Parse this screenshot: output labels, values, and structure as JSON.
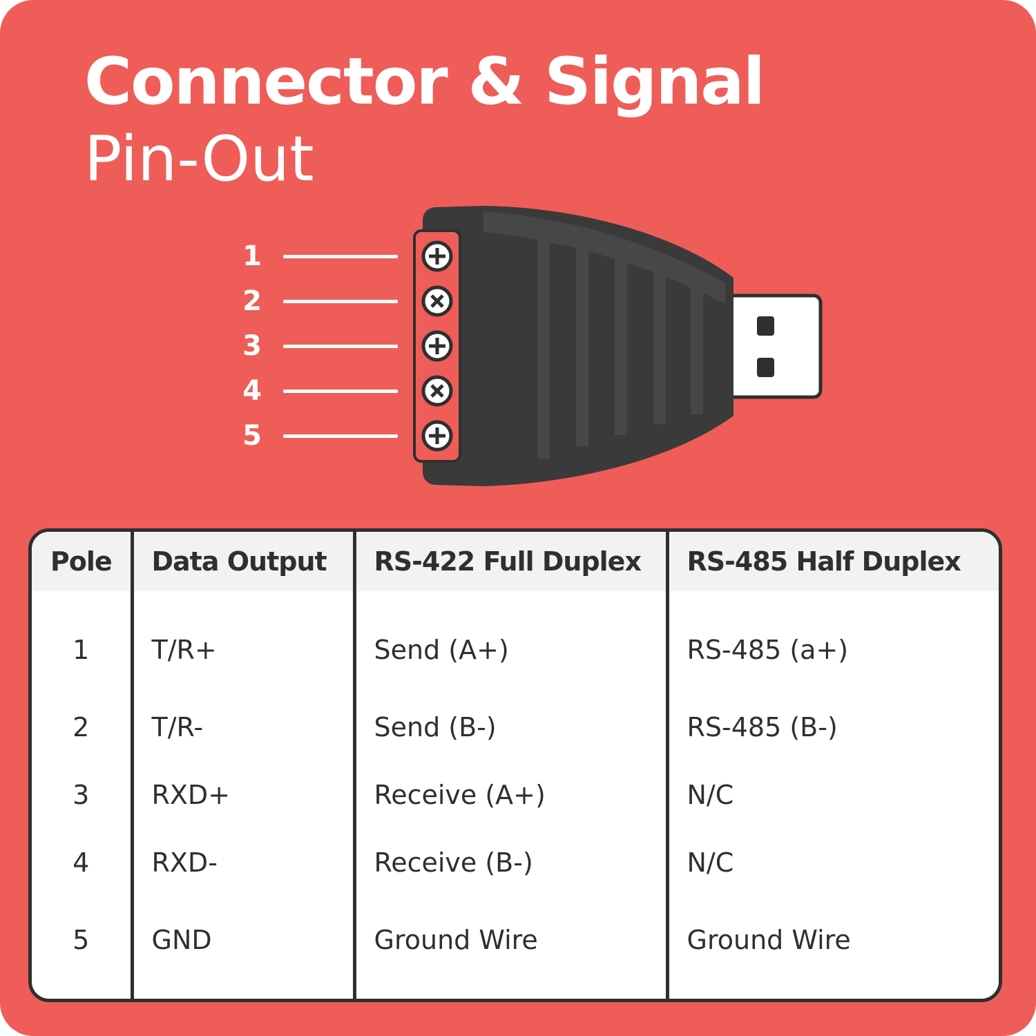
{
  "title": {
    "main": "Connector & Signal",
    "sub": "Pin-Out"
  },
  "diagram": {
    "pins": [
      {
        "label": "1",
        "screw": "plus"
      },
      {
        "label": "2",
        "screw": "cross"
      },
      {
        "label": "3",
        "screw": "plus"
      },
      {
        "label": "4",
        "screw": "cross"
      },
      {
        "label": "5",
        "screw": "plus"
      }
    ]
  },
  "table": {
    "headers": [
      "Pole",
      "Data Output",
      "RS-422 Full Duplex",
      "RS-485 Half Duplex"
    ],
    "rows": [
      [
        "1",
        "T/R+",
        "Send (A+)",
        "RS-485 (a+)"
      ],
      [
        "2",
        "T/R-",
        "Send (B-)",
        "RS-485 (B-)"
      ],
      [
        "3",
        "RXD+",
        "Receive (A+)",
        "N/C"
      ],
      [
        "4",
        "RXD-",
        "Receive (B-)",
        "N/C"
      ],
      [
        "5",
        "GND",
        "Ground Wire",
        "Ground Wire"
      ]
    ]
  },
  "colors": {
    "background": "#ee5d57",
    "connector_body": "#3a3a3a",
    "terminal_block": "#ee5d57",
    "table_border": "#2f2f2f",
    "text_light": "#ffffff"
  }
}
